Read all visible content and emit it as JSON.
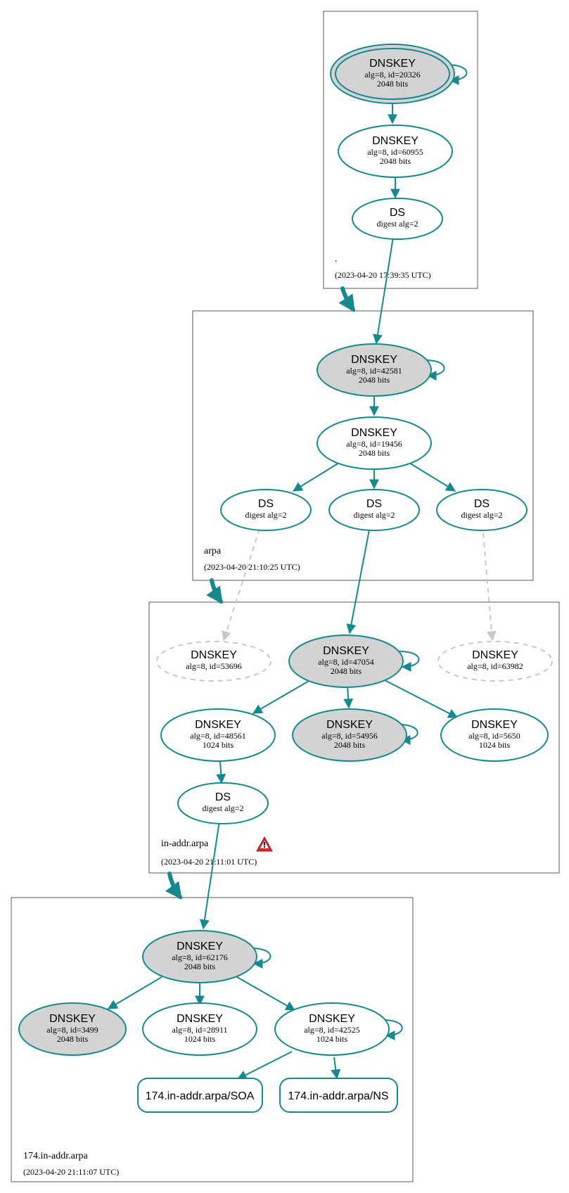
{
  "colors": {
    "edge": "#16898f",
    "ksk_fill": "#d3d3d3",
    "missing": "#c8c8c8",
    "warning": "#d9262c"
  },
  "zones": {
    "root": {
      "name": ".",
      "time": "(2023-04-20 17:39:35 UTC)"
    },
    "arpa": {
      "name": "arpa",
      "time": "(2023-04-20 21:10:25 UTC)"
    },
    "inaddr": {
      "name": "in-addr.arpa",
      "time": "(2023-04-20 21:11:01 UTC)",
      "warning_icon": "warning-triangle-icon"
    },
    "z174": {
      "name": "174.in-addr.arpa",
      "time": "(2023-04-20 21:11:07 UTC)"
    }
  },
  "nodes": {
    "root_ksk": {
      "title": "DNSKEY",
      "line1": "alg=8, id=20326",
      "line2": "2048 bits"
    },
    "root_zsk": {
      "title": "DNSKEY",
      "line1": "alg=8, id=60955",
      "line2": "2048 bits"
    },
    "root_ds": {
      "title": "DS",
      "line1": "digest alg=2"
    },
    "arpa_ksk": {
      "title": "DNSKEY",
      "line1": "alg=8, id=42581",
      "line2": "2048 bits"
    },
    "arpa_zsk": {
      "title": "DNSKEY",
      "line1": "alg=8, id=19456",
      "line2": "2048 bits"
    },
    "arpa_ds1": {
      "title": "DS",
      "line1": "digest alg=2"
    },
    "arpa_ds2": {
      "title": "DS",
      "line1": "digest alg=2"
    },
    "arpa_ds3": {
      "title": "DS",
      "line1": "digest alg=2"
    },
    "inaddr_missing1": {
      "title": "DNSKEY",
      "line1": "alg=8, id=53696"
    },
    "inaddr_ksk": {
      "title": "DNSKEY",
      "line1": "alg=8, id=47054",
      "line2": "2048 bits"
    },
    "inaddr_missing2": {
      "title": "DNSKEY",
      "line1": "alg=8, id=63982"
    },
    "inaddr_zsk1": {
      "title": "DNSKEY",
      "line1": "alg=8, id=48561",
      "line2": "1024 bits"
    },
    "inaddr_ksk2": {
      "title": "DNSKEY",
      "line1": "alg=8, id=54956",
      "line2": "2048 bits"
    },
    "inaddr_zsk2": {
      "title": "DNSKEY",
      "line1": "alg=8, id=5650",
      "line2": "1024 bits"
    },
    "inaddr_ds": {
      "title": "DS",
      "line1": "digest alg=2"
    },
    "z174_ksk": {
      "title": "DNSKEY",
      "line1": "alg=8, id=62176",
      "line2": "2048 bits"
    },
    "z174_ksk2": {
      "title": "DNSKEY",
      "line1": "alg=8, id=3499",
      "line2": "2048 bits"
    },
    "z174_zsk1": {
      "title": "DNSKEY",
      "line1": "alg=8, id=28911",
      "line2": "1024 bits"
    },
    "z174_zsk2": {
      "title": "DNSKEY",
      "line1": "alg=8, id=42525",
      "line2": "1024 bits"
    }
  },
  "rrsets": {
    "soa": "174.in-addr.arpa/SOA",
    "ns": "174.in-addr.arpa/NS"
  }
}
